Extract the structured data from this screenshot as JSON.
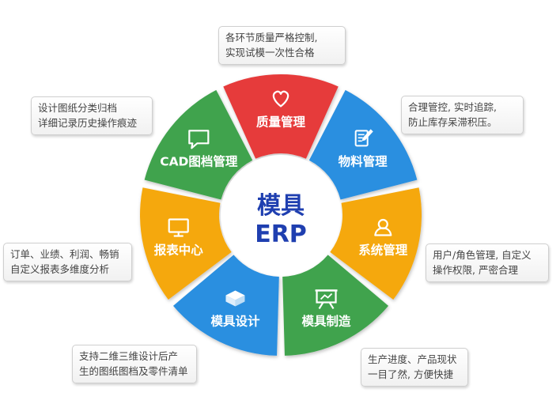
{
  "center": {
    "line1": "模具",
    "line2": "ERP"
  },
  "segments": [
    {
      "id": "quality",
      "label": "质量管理",
      "color": "#e63a3a",
      "icon": "heart-icon"
    },
    {
      "id": "material",
      "label": "物料管理",
      "color": "#2b8fe0",
      "icon": "edit-document-icon"
    },
    {
      "id": "system",
      "label": "系统管理",
      "color": "#f5a811",
      "icon": "user-icon"
    },
    {
      "id": "manufacture",
      "label": "模具制造",
      "color": "#3fa34d",
      "icon": "presentation-board-icon"
    },
    {
      "id": "design",
      "label": "模具设计",
      "color": "#2b8fe0",
      "icon": "box-icon"
    },
    {
      "id": "report",
      "label": "报表中心",
      "color": "#f5a811",
      "icon": "monitor-icon"
    },
    {
      "id": "cad",
      "label": "CAD图档管理",
      "color": "#3fa34d",
      "icon": "chat-bubble-icon"
    }
  ],
  "notes": {
    "quality": [
      "各环节质量严格控制,",
      "实现试模一次性合格"
    ],
    "material": [
      "合理管控, 实时追踪,",
      "防止库存呆滞积压。"
    ],
    "system": [
      "用户/角色管理, 自定义",
      "操作权限, 严密合理"
    ],
    "manufacture": [
      "生产进度、产品现状",
      "一目了然, 方便快捷"
    ],
    "design": [
      "支持二维三维设计后产",
      "生的图纸图档及零件清单"
    ],
    "report": [
      "订单、业绩、利润、畅销",
      "自定义报表多维度分析"
    ],
    "cad": [
      "设计图纸分类归档",
      "详细记录历史操作痕迹"
    ]
  }
}
